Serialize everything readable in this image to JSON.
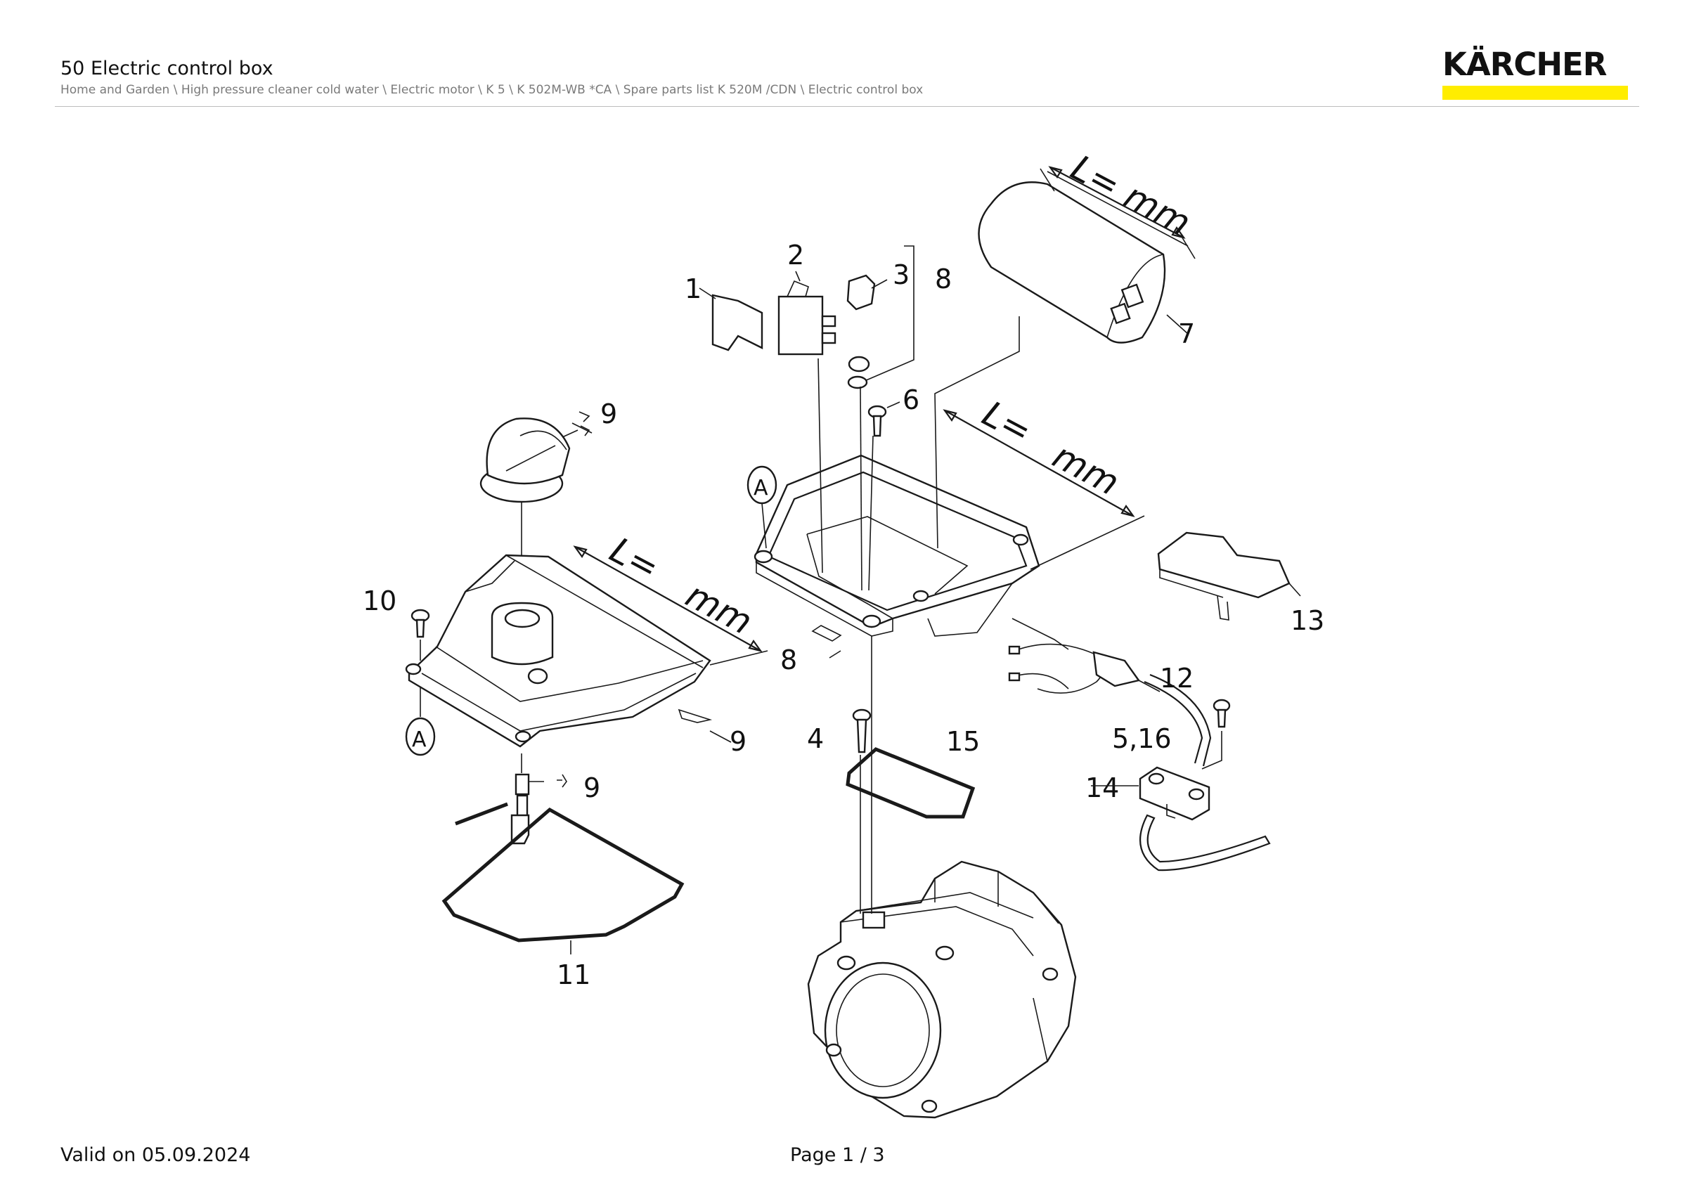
{
  "header": {
    "title": "50 Electric control box",
    "breadcrumb": "Home and Garden \\ High pressure cleaner cold water \\ Electric motor \\ K 5 \\ K 502M-WB *CA \\ Spare parts list K 520M /CDN \\ Electric control box"
  },
  "logo": {
    "text": "KÄRCHER",
    "bar_color": "#ffed00"
  },
  "footer": {
    "valid_on": "Valid on 05.09.2024",
    "page": "Page 1 / 3"
  },
  "diagram": {
    "callouts": [
      "1",
      "2",
      "3",
      "8",
      "7",
      "6",
      "9",
      "10",
      "8",
      "13",
      "12",
      "9",
      "5,16",
      "4",
      "15",
      "14",
      "9",
      "11"
    ],
    "dimension_labels": [
      "L= mm",
      "L=",
      "mm",
      "L=",
      "mm"
    ],
    "detail_marker": "A"
  }
}
